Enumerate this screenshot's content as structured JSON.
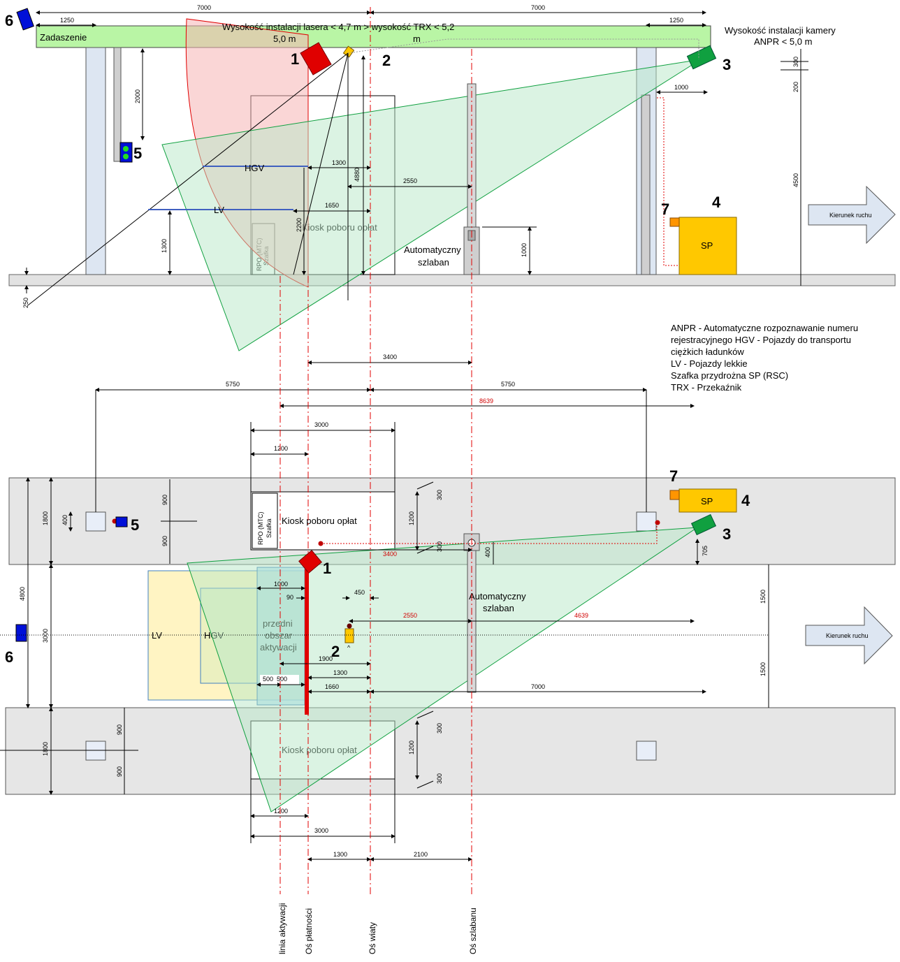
{
  "side_view": {
    "roof_label": "Zadaszenie",
    "laser_height_line1": "Wysokość instalacji lasera < 4,7 m > wysokość TRX < 5,2",
    "laser_height_line2a": "5,0 m",
    "laser_height_line2b": "m",
    "camera_height_line1": "Wysokość instalacji kamery",
    "camera_height_line2": "ANPR < 5,0 m",
    "hgv": "HGV",
    "lv": "LV",
    "kiosk": "Kiosk poboru opłat",
    "cabinet_line1": "RPO (MTC)",
    "cabinet_line2": "Szafka",
    "barrier_line1": "Automatyczny",
    "barrier_line2": "szlaban",
    "sp": "SP",
    "direction": "Kierunek ruchu",
    "dims": {
      "top_left_7000": "7000",
      "top_right_7000": "7000",
      "left_1250": "1250",
      "right_1250": "1250",
      "d2000": "2000",
      "d1300_hgv": "1300",
      "d4880": "4880",
      "d2550": "2550",
      "d1650": "1650",
      "d2200": "2200",
      "d1300_lv": "1300",
      "d1000_barrier": "1000",
      "d1000_cam": "1000",
      "d300": "300",
      "d200": "200",
      "d4500": "4500",
      "d250": "250"
    }
  },
  "legend": [
    "ANPR - Automatyczne rozpoznawanie numeru",
    "rejestracyjnego HGV - Pojazdy do transportu",
    "ciężkich ładunków",
    "LV - Pojazdy lekkie",
    "Szafka przydrożna SP (RSC)",
    "TRX - Przekaźnik"
  ],
  "numbers": {
    "n1": "1",
    "n2": "2",
    "n3": "3",
    "n4": "4",
    "n5": "5",
    "n6": "6",
    "n7": "7"
  },
  "plan_view": {
    "kiosk": "Kiosk poboru opłat",
    "cabinet_line1": "RPO (MTC)",
    "cabinet_line2": "Szafka",
    "sp": "SP",
    "barrier_line1": "Automatyczny",
    "barrier_line2": "szlaban",
    "lv": "LV",
    "hgv": "HGV",
    "activation_line1": "przedni",
    "activation_line2": "obszar",
    "activation_line3": "aktywacji",
    "direction": "Kierunek ruchu",
    "caret": "^",
    "dims": {
      "d3400_top": "3400",
      "d5750_left": "5750",
      "d5750_right": "5750",
      "d8639": "8639",
      "d3000_top": "3000",
      "d1200_top": "1200",
      "d900_a": "900",
      "d900_b": "900",
      "d400": "400",
      "d1800_top": "1800",
      "d4800": "4800",
      "d3000_lane": "3000",
      "d300_a": "300",
      "d1200_k": "1200",
      "d300_b": "300",
      "d3400_red": "3400",
      "d400_bar": "400",
      "d705": "705",
      "d1000": "1000",
      "d90": "90",
      "d450": "450",
      "d2550_red": "2550",
      "d4639": "4639",
      "d1500_a": "1500",
      "d1500_b": "1500",
      "d1900": "1900",
      "d1300": "1300",
      "d500a": "500",
      "d500b": "500",
      "d1660": "1660",
      "d7000": "7000",
      "d900_c": "900",
      "d900_d": "900",
      "d1800_bot": "1800",
      "d300_c": "300",
      "d1200_bk": "1200",
      "d300_d": "300",
      "d1200_bot": "1200",
      "d3000_bot": "3000",
      "d1300_bot": "1300",
      "d2100": "2100"
    }
  },
  "axes": {
    "activation": "linia aktywacji",
    "payment": "Oś płatności",
    "canopy": "Oś wiaty",
    "barrier": "Oś szlabanu"
  },
  "colors": {
    "roof": "#b9f5a5",
    "laser_zone": "#f5b5b5",
    "camera_zone": "#b8e8c8",
    "sp_box": "#ffc800",
    "device_blue": "#0010d8",
    "laser_red": "#e00000",
    "anpr_green": "#10a040",
    "axis_red": "#e00000"
  }
}
